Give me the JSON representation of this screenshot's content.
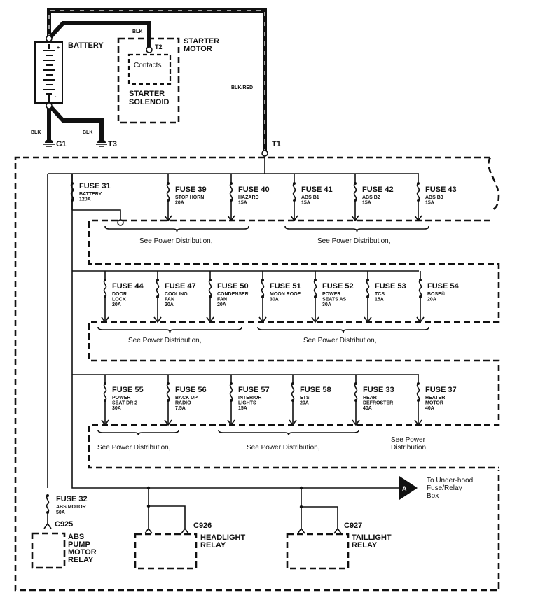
{
  "top": {
    "battery": "BATTERY",
    "plus": "+",
    "minus": "-",
    "starter_motor": [
      "STARTER",
      "MOTOR"
    ],
    "contacts": "Contacts",
    "starter_solenoid": [
      "STARTER",
      "SOLENOID"
    ],
    "wire_t2": "BLK",
    "terminal_t2": "T2",
    "wire_main": "BLK/RED",
    "terminal_t1": "T1",
    "wire_g1": "BLK",
    "ground_g1": "G1",
    "wire_t3": "BLK",
    "ground_t3": "T3"
  },
  "rows": [
    {
      "fuses": [
        {
          "name": "FUSE 31",
          "desc": [
            "BATTERY",
            "120A"
          ]
        },
        {
          "name": "FUSE 39",
          "desc": [
            "STOP HORN",
            "20A"
          ]
        },
        {
          "name": "FUSE 40",
          "desc": [
            "HAZARD",
            "15A"
          ]
        },
        {
          "name": "FUSE 41",
          "desc": [
            "ABS B1",
            "15A"
          ]
        },
        {
          "name": "FUSE 42",
          "desc": [
            "ABS B2",
            "15A"
          ]
        },
        {
          "name": "FUSE 43",
          "desc": [
            "ABS B3",
            "15A"
          ]
        }
      ],
      "notes": [
        "See Power Distribution,",
        "See Power Distribution,"
      ]
    },
    {
      "fuses": [
        {
          "name": "FUSE 44",
          "desc": [
            "DOOR",
            "LOCK",
            "20A"
          ]
        },
        {
          "name": "FUSE 47",
          "desc": [
            "COOLING",
            "FAN",
            "20A"
          ]
        },
        {
          "name": "FUSE 50",
          "desc": [
            "CONDENSER",
            "FAN",
            "20A"
          ]
        },
        {
          "name": "FUSE 51",
          "desc": [
            "MOON ROOF",
            "30A"
          ]
        },
        {
          "name": "FUSE 52",
          "desc": [
            "POWER",
            "SEATS AS",
            "30A"
          ]
        },
        {
          "name": "FUSE 53",
          "desc": [
            "TCS",
            "15A"
          ]
        },
        {
          "name": "FUSE 54",
          "desc": [
            "BOSE®",
            "20A"
          ]
        }
      ],
      "notes": [
        "See Power Distribution,",
        "See Power Distribution,"
      ]
    },
    {
      "fuses": [
        {
          "name": "FUSE 55",
          "desc": [
            "POWER",
            "SEAT DR 2",
            "30A"
          ]
        },
        {
          "name": "FUSE 56",
          "desc": [
            "BACK UP",
            "RADIO",
            "7.5A"
          ]
        },
        {
          "name": "FUSE 57",
          "desc": [
            "INTERIOR",
            "LIGHTS",
            "15A"
          ]
        },
        {
          "name": "FUSE 58",
          "desc": [
            "ETS",
            "20A"
          ]
        },
        {
          "name": "FUSE 33",
          "desc": [
            "REAR",
            "DEFROSTER",
            "40A"
          ]
        },
        {
          "name": "FUSE 37",
          "desc": [
            "HEATER",
            "MOTOR",
            "40A"
          ]
        }
      ],
      "notes": [
        "See Power Distribution,",
        "See Power Distribution,",
        "See Power",
        "Distribution,"
      ]
    }
  ],
  "bottom": {
    "fuse32": {
      "name": "FUSE 32",
      "desc": [
        "ABS MOTOR",
        "50A"
      ]
    },
    "c925": "C925",
    "abs_relay": [
      "ABS",
      "PUMP",
      "MOTOR",
      "RELAY"
    ],
    "c926": "C926",
    "headlight_relay": [
      "HEADLIGHT",
      "RELAY"
    ],
    "c927": "C927",
    "taillight_relay": [
      "TAILLIGHT",
      "RELAY"
    ],
    "connector_a": "A",
    "to_box": [
      "To Under-hood",
      "Fuse/Relay",
      "Box"
    ]
  }
}
